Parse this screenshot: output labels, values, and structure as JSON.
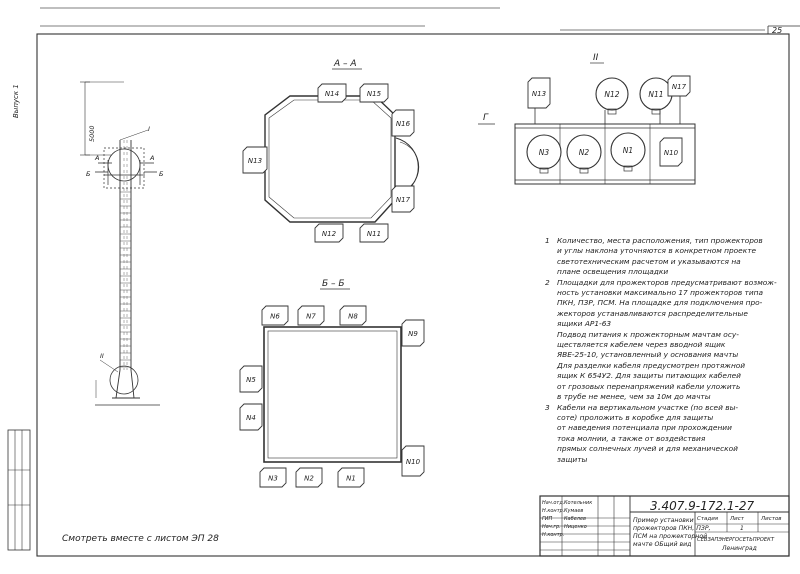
{
  "sheet": {
    "page_number": "25",
    "side_label": "Выпуск 1",
    "bottom_caption": "Смотреть вместе с листом ЭП 28"
  },
  "views": {
    "aa_title": "А – А",
    "bb_title": "Б – Б",
    "ii_title": "II",
    "g_label": "Г",
    "aa_projectors": [
      "N14",
      "N15",
      "N16",
      "N17",
      "N11",
      "N12",
      "N13"
    ],
    "bb_projectors": [
      "N6",
      "N7",
      "N8",
      "N9",
      "N10",
      "N1",
      "N2",
      "N3",
      "N4",
      "N5"
    ],
    "ii_projectors": [
      "N13",
      "N12",
      "N11",
      "N17",
      "N3",
      "N2",
      "N1",
      "N10"
    ]
  },
  "mast": {
    "dimension": "5000",
    "label_a": "А",
    "label_b": "Б",
    "label_node1": "I",
    "label_node2": "II"
  },
  "notes": [
    {
      "num": "1",
      "lines": [
        "Количество, места расположения, тип прожекторов",
        "и углы наклона уточняются в конкретном проекте",
        "светотехническим расчетом и указываются на",
        "плане освещения площадки"
      ]
    },
    {
      "num": "2",
      "lines": [
        "Площадки для прожекторов предусматривают возмож-",
        "ность установки максимально 17 прожекторов типа",
        "ПКН, ПЗР, ПСМ. На площадке для подключения про-",
        "жекторов устанавливаются распределительные",
        "ящики АР1-63",
        "Подвод питания к прожекторным мачтам осу-",
        "ществляется кабелем через вводной ящик",
        "ЯВЕ-25-10, установленный у основания мачты",
        "Для разделки кабеля предусмотрен протяжной",
        "ящик К 654У2. Для защиты питающих кабелей",
        "от грозовых перенапряжений кабели уложить",
        "в трубе не менее, чем за 10м до мачты"
      ]
    },
    {
      "num": "3",
      "lines": [
        "Кабели на вертикальном участке (по всей вы-",
        "соте) проложить в коробке для защиты",
        "от наведения потенциала при прохождении",
        "тока молнии, а также от воздействия",
        "прямых солнечных лучей и для механической",
        "защиты"
      ]
    }
  ],
  "stamp": {
    "doc_code": "3.407.9-172.1-27",
    "title_lines": [
      "Пример установки",
      "прожекторов ПКН, ПЗР,",
      "ПСМ на прожекторной",
      "мачте ОБщий вид"
    ],
    "stage_header": "Стадия",
    "sheet_header": "Лист",
    "sheets_header": "Листов",
    "sheet_value": "1",
    "org_lines": [
      "СЕВЗАПЭНЕРГОСЕТЬПРОЕКТ",
      "Ленинград"
    ],
    "left_cells": [
      "Нач.отд.",
      "Н.контр.",
      "ГИП",
      "Нач.гр.",
      "Н.контр."
    ],
    "mid_cells": [
      "Котельник",
      "Кумаев",
      "Кабелев",
      "Ниценко"
    ]
  }
}
